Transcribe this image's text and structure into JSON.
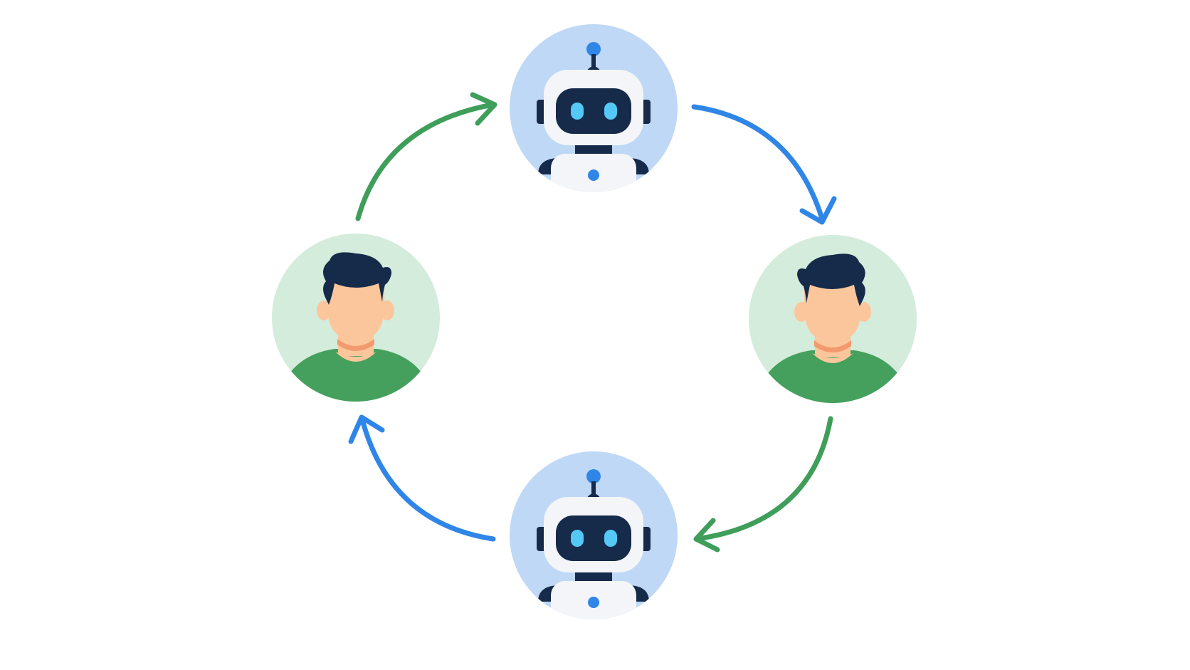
{
  "diagram": {
    "type": "cycle",
    "nodes": [
      {
        "id": "robot-top",
        "kind": "robot",
        "icon": "robot-icon"
      },
      {
        "id": "human-right",
        "kind": "human",
        "icon": "person-icon"
      },
      {
        "id": "robot-bottom",
        "kind": "robot",
        "icon": "robot-icon"
      },
      {
        "id": "human-left",
        "kind": "human",
        "icon": "person-icon"
      }
    ],
    "edges": [
      {
        "from": "human-left",
        "to": "robot-top",
        "color": "green"
      },
      {
        "from": "robot-top",
        "to": "human-right",
        "color": "blue"
      },
      {
        "from": "human-right",
        "to": "robot-bottom",
        "color": "green"
      },
      {
        "from": "robot-bottom",
        "to": "human-left",
        "color": "blue"
      }
    ]
  },
  "colors": {
    "robot_circle": "#bfd8f5",
    "human_circle": "#d3ecdb",
    "arrow_blue": "#2f86e6",
    "arrow_green": "#3f9e5a",
    "navy": "#162a4a",
    "robot_white": "#f3f5f8",
    "eye": "#54c9f5",
    "skin": "#fcc69c",
    "shirt": "#44a05c",
    "neck_accent": "#f29a6e"
  }
}
